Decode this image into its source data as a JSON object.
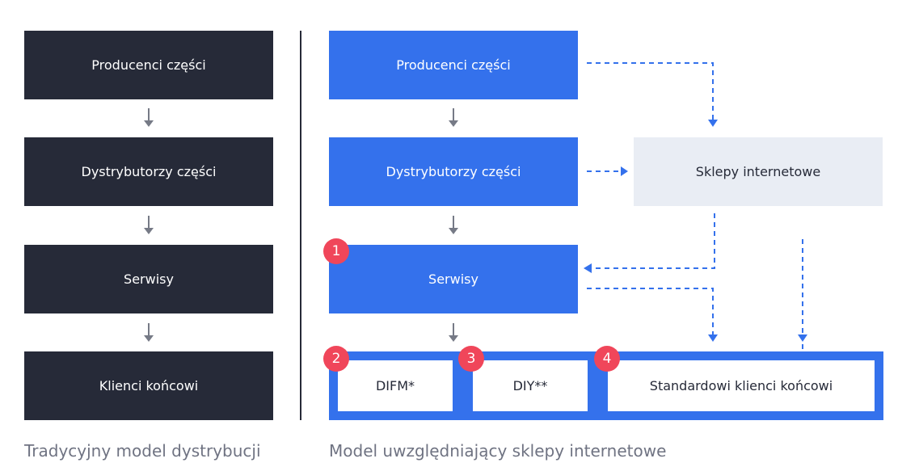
{
  "colors": {
    "dark": "#262a38",
    "blue": "#3471ec",
    "light": "#e9edf4",
    "badge": "#f0465a",
    "arrow_gray": "#767a86",
    "caption": "#6f7382"
  },
  "left": {
    "boxes": [
      "Producenci części",
      "Dystrybutorzy części",
      "Serwisy",
      "Klienci końcowi"
    ],
    "caption": "Tradycyjny model dystrybucji"
  },
  "right": {
    "boxes": [
      "Producenci części",
      "Dystrybutorzy części",
      "Serwisy"
    ],
    "online_shops": "Sklepy internetowe",
    "clients": [
      "DIFM*",
      "DIY**",
      "Standardowi klienci końcowi"
    ],
    "badges": [
      "1",
      "2",
      "3",
      "4"
    ],
    "caption": "Model uwzględniający sklepy internetowe"
  }
}
